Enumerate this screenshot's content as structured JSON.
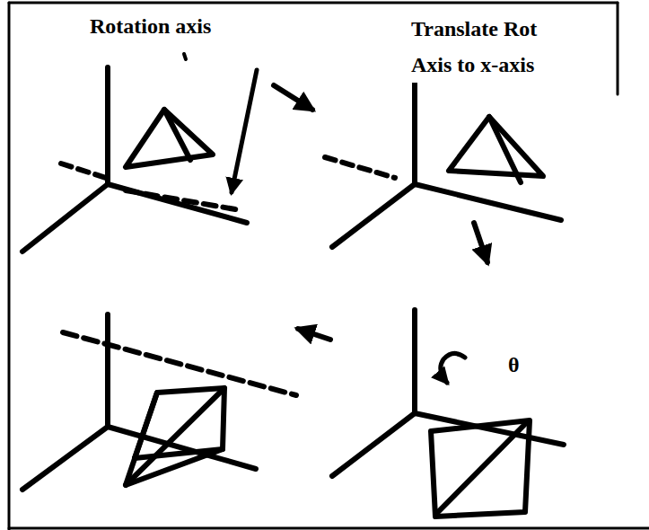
{
  "diagram": {
    "labels": [
      "Rotation axis",
      "Translate Rot Axis to x-axis",
      "θ"
    ]
  }
}
